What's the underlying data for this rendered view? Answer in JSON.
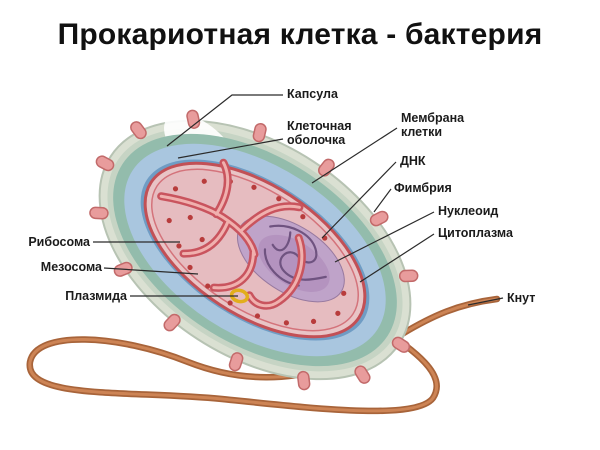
{
  "title": "Прокариотная клетка - бактерия",
  "labels": {
    "kapsula": "Капсула",
    "obolochka": "Клеточная оболочка",
    "membrana": "Мембрана клетки",
    "dnk": "ДНК",
    "fimbriya": "Фимбрия",
    "nukleoid": "Нуклеоид",
    "citoplazma": "Цитоплазма",
    "ribosoma": "Рибосома",
    "mezosoma": "Мезосома",
    "plazmida": "Плазмида",
    "knut": "Кнут"
  },
  "colors": {
    "capsule": "#dae0d2",
    "capsule_inner": "#c6d4c4",
    "cell_wall_teal": "#93bcac",
    "membrane_light_blue": "#a9c6df",
    "membrane_dark_blue": "#6f9cc4",
    "cytoplasm_pink": "#e9c4c6",
    "membrane_red": "#c25056",
    "nucleoid_purple": "#bfa3c9",
    "dna_dark_purple": "#6f5380",
    "mesosome_red": "#c9545e",
    "ribosome_red": "#b83c3c",
    "plasmid_yellow": "#e2ae1c",
    "flagellum_orange": "#a8643a",
    "bump_pink": "#e89c9c",
    "leader_line": "#2b2b2b"
  }
}
